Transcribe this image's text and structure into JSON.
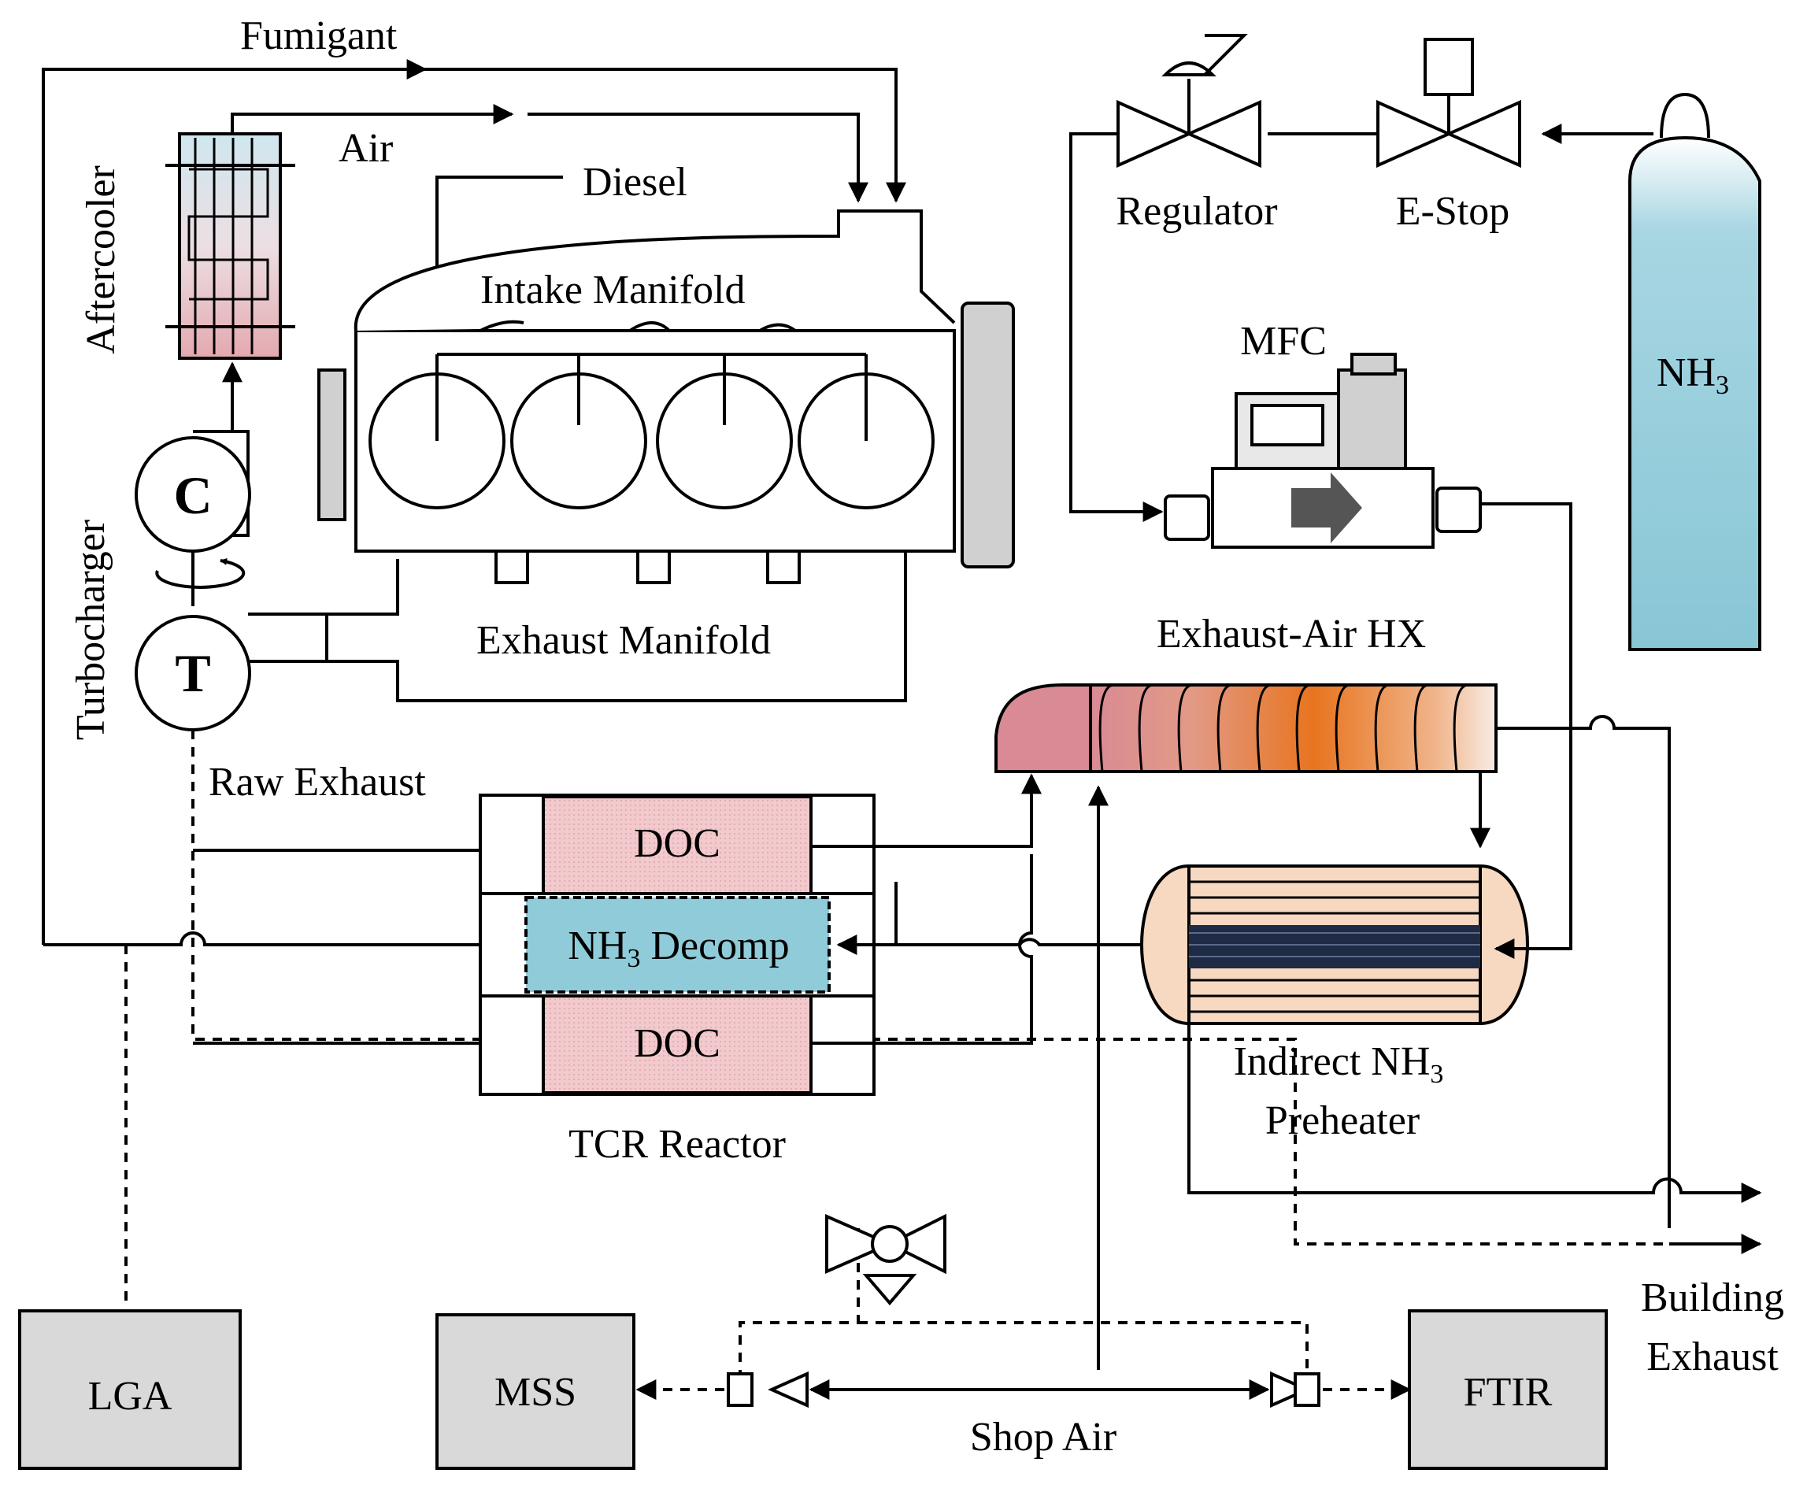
{
  "labels": {
    "fumigant": "Fumigant",
    "air": "Air",
    "diesel": "Diesel",
    "aftercooler": "Aftercooler",
    "intake_manifold": "Intake Manifold",
    "exhaust_manifold": "Exhaust Manifold",
    "turbocharger": "Turbocharger",
    "compressor": "C",
    "turbine": "T",
    "raw_exhaust": "Raw Exhaust",
    "doc_top": "DOC",
    "doc_bottom": "DOC",
    "nh3_decomp_pre": "NH",
    "nh3_decomp_sub": "3",
    "nh3_decomp_post": " Decomp",
    "tcr_reactor": "TCR Reactor",
    "regulator": "Regulator",
    "estop": "E-Stop",
    "mfc": "MFC",
    "nh3_tank_pre": "NH",
    "nh3_tank_sub": "3",
    "exhaust_air_hx": "Exhaust-Air HX",
    "preheater_line1_pre": "Indirect NH",
    "preheater_line1_sub": "3",
    "preheater_line2": "Preheater",
    "building_exhaust_1": "Building",
    "building_exhaust_2": "Exhaust",
    "lga": "LGA",
    "mss": "MSS",
    "ftir": "FTIR",
    "shop_air": "Shop Air"
  },
  "colors": {
    "line": "#000000",
    "doc_fill": "#f2c9cc",
    "decomp_fill": "#8fcbd9",
    "tank_fill": "#8fcbd9",
    "analyzer_fill": "#d9d9d9",
    "engine_part_gray": "#d0d0d0",
    "hx_start": "#e39aa2",
    "hx_mid": "#e8741f",
    "hx_end": "#f6dfd3",
    "preheater_fill": "#f7d8c0",
    "preheater_core": "#1f2a44",
    "cooler_top": "#cfe6ef",
    "cooler_bottom": "#e9b3b8"
  }
}
